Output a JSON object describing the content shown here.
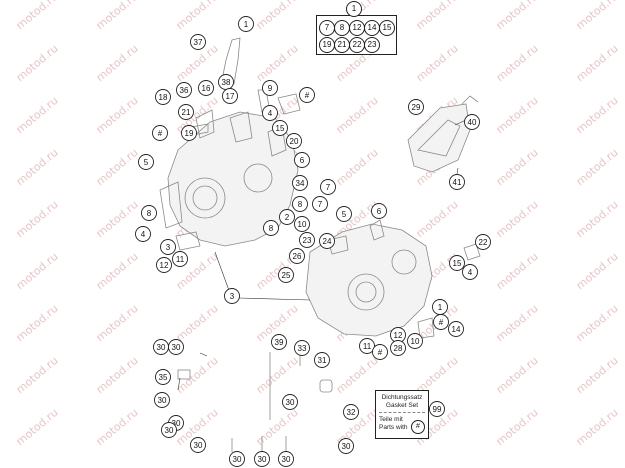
{
  "watermark": {
    "text": "motod.ru",
    "color": "#e6c7c7"
  },
  "legend": {
    "ref": "1",
    "row1": [
      "7",
      "8",
      "12",
      "14",
      "15"
    ],
    "row2": [
      "19",
      "21",
      "22",
      "23"
    ]
  },
  "callouts": [
    {
      "label": "1",
      "name": "callout-1-top"
    },
    {
      "label": "37",
      "name": "callout-37"
    },
    {
      "label": "38",
      "name": "callout-38"
    },
    {
      "label": "36",
      "name": "callout-36"
    },
    {
      "label": "16",
      "name": "callout-16"
    },
    {
      "label": "17",
      "name": "callout-17"
    },
    {
      "label": "9",
      "name": "callout-9"
    },
    {
      "label": "4",
      "name": "callout-4-a"
    },
    {
      "label": "#",
      "name": "callout-hash-a"
    },
    {
      "label": "18",
      "name": "callout-18"
    },
    {
      "label": "21",
      "name": "callout-21"
    },
    {
      "label": "15",
      "name": "callout-15-a"
    },
    {
      "label": "20",
      "name": "callout-20"
    },
    {
      "label": "#",
      "name": "callout-hash-b"
    },
    {
      "label": "19",
      "name": "callout-19"
    },
    {
      "label": "6",
      "name": "callout-6-a"
    },
    {
      "label": "5",
      "name": "callout-5-a"
    },
    {
      "label": "34",
      "name": "callout-34"
    },
    {
      "label": "7",
      "name": "callout-7-a"
    },
    {
      "label": "8",
      "name": "callout-8-a"
    },
    {
      "label": "7",
      "name": "callout-7-b"
    },
    {
      "label": "8",
      "name": "callout-8-b"
    },
    {
      "label": "8",
      "name": "callout-8-c"
    },
    {
      "label": "4",
      "name": "callout-4-b"
    },
    {
      "label": "2",
      "name": "callout-2"
    },
    {
      "label": "3",
      "name": "callout-3-a"
    },
    {
      "label": "12",
      "name": "callout-12-a"
    },
    {
      "label": "11",
      "name": "callout-11-a"
    },
    {
      "label": "10",
      "name": "callout-10-a"
    },
    {
      "label": "5",
      "name": "callout-5-b"
    },
    {
      "label": "6",
      "name": "callout-6-b"
    },
    {
      "label": "23",
      "name": "callout-23"
    },
    {
      "label": "26",
      "name": "callout-26"
    },
    {
      "label": "24",
      "name": "callout-24"
    },
    {
      "label": "25",
      "name": "callout-25"
    },
    {
      "label": "22",
      "name": "callout-22"
    },
    {
      "label": "15",
      "name": "callout-15-b"
    },
    {
      "label": "4",
      "name": "callout-4-c"
    },
    {
      "label": "3",
      "name": "callout-3-b"
    },
    {
      "label": "1",
      "name": "callout-1-bottom"
    },
    {
      "label": "#",
      "name": "callout-hash-c"
    },
    {
      "label": "14",
      "name": "callout-14"
    },
    {
      "label": "12",
      "name": "callout-12-b"
    },
    {
      "label": "10",
      "name": "callout-10-b"
    },
    {
      "label": "11",
      "name": "callout-11-b"
    },
    {
      "label": "28",
      "name": "callout-28"
    },
    {
      "label": "#",
      "name": "callout-hash-d"
    },
    {
      "label": "29",
      "name": "callout-29"
    },
    {
      "label": "40",
      "name": "callout-40"
    },
    {
      "label": "41",
      "name": "callout-41"
    },
    {
      "label": "39",
      "name": "callout-39"
    },
    {
      "label": "33",
      "name": "callout-33"
    },
    {
      "label": "30",
      "name": "callout-30-a"
    },
    {
      "label": "30",
      "name": "callout-30-b"
    },
    {
      "label": "31",
      "name": "callout-31"
    },
    {
      "label": "35",
      "name": "callout-35"
    },
    {
      "label": "30",
      "name": "callout-30-c"
    },
    {
      "label": "30",
      "name": "callout-30-d"
    },
    {
      "label": "32",
      "name": "callout-32"
    },
    {
      "label": "30",
      "name": "callout-30-e"
    },
    {
      "label": "30",
      "name": "callout-30-f"
    },
    {
      "label": "30",
      "name": "callout-30-g"
    },
    {
      "label": "30",
      "name": "callout-30-h"
    },
    {
      "label": "30",
      "name": "callout-30-i"
    },
    {
      "label": "30",
      "name": "callout-30-j"
    },
    {
      "label": "30",
      "name": "callout-30-k"
    },
    {
      "label": "99",
      "name": "callout-99"
    }
  ],
  "kit_box": {
    "line1": "Dichtungssatz",
    "line2": "Gasket Set",
    "line3": "Teile mit",
    "line4": "Parts with",
    "symbol": "#"
  }
}
